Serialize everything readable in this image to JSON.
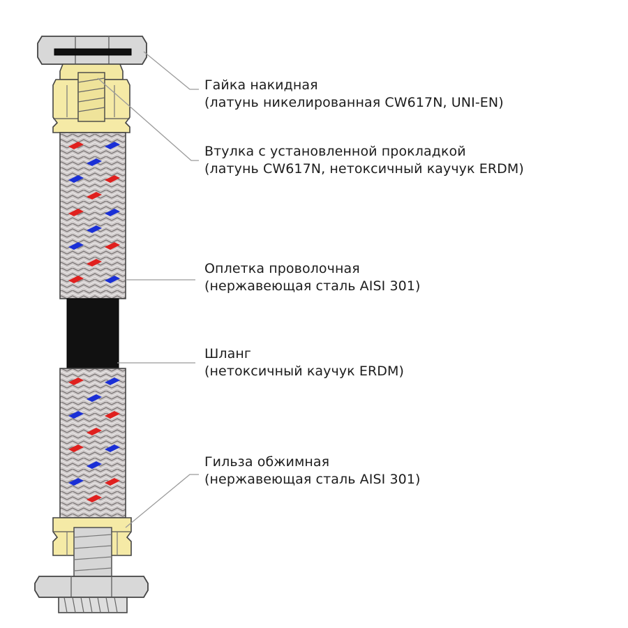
{
  "labels": [
    {
      "title": "Гайка накидная",
      "material": "(латунь никелированная CW617N, UNI-EN)"
    },
    {
      "title": "Втулка с установленной прокладкой",
      "material": "(латунь CW617N, нетоксичный каучук ERDM)"
    },
    {
      "title": "Оплетка проволочная",
      "material": "(нержавеющая сталь AISI 301)"
    },
    {
      "title": "Шланг",
      "material": "(нетоксичный каучук ERDM)"
    },
    {
      "title": "Гильза обжимная",
      "material": "(нержавеющая сталь AISI 301)"
    }
  ],
  "colors": {
    "brass": "#f5e8a0",
    "nickel": "#d9d9d9",
    "braid": "#c9c5c5",
    "hose": "#111111",
    "accent_red": "#e0201e",
    "accent_blue": "#1a2fd6",
    "outline": "#444444",
    "leader": "#9a9a9a"
  }
}
